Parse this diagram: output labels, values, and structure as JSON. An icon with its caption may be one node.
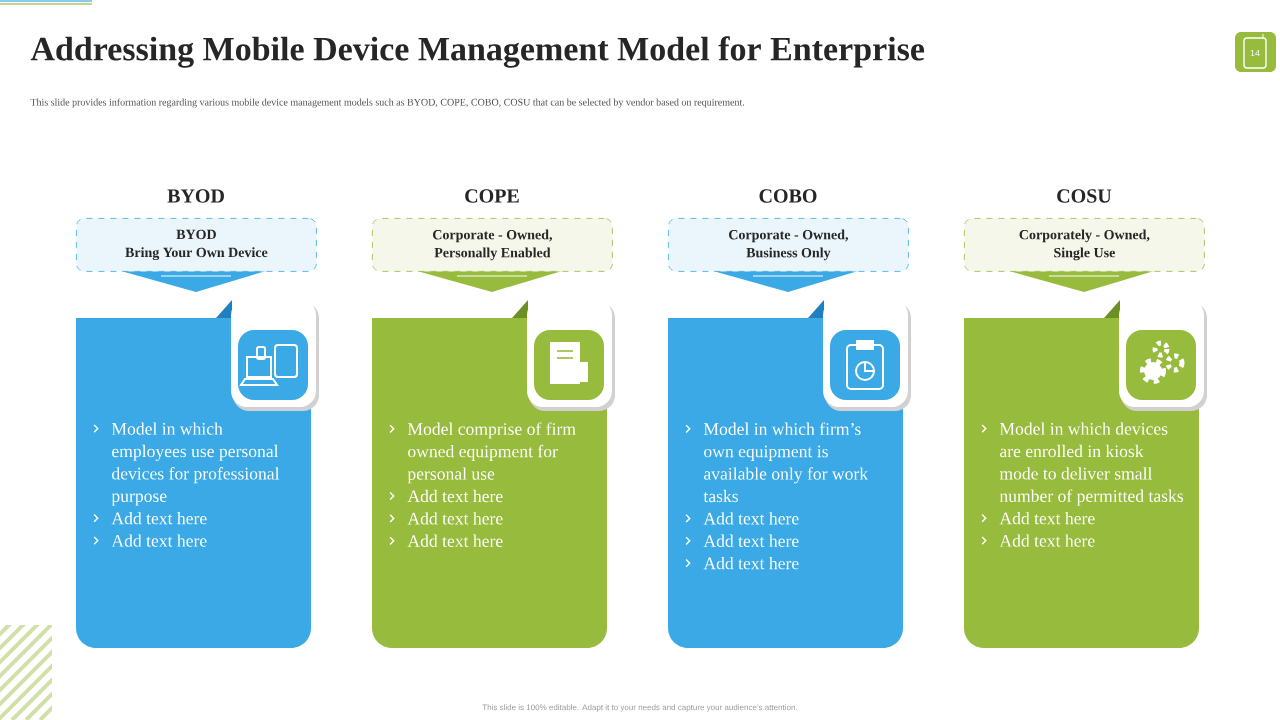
{
  "diagram": {
    "title": "Addressing Mobile Device Management Model for Enterprise",
    "nodes": [
      {
        "text": [
          "BYOD",
          "Bring Your Own Device"
        ],
        "beside": [
          "BYOD"
        ]
      },
      {
        "text": [
          "Model in which employees use personal devices for professional purpose",
          "Add text here",
          "Add text here"
        ]
      },
      {
        "text": [
          "Corporate - Owned,",
          "Personally Enabled"
        ],
        "beside": [
          "COPE"
        ]
      },
      {
        "text": [
          "Model comprise of firm owned equipment for personal use",
          "Add text here",
          "Add text here",
          "Add text here"
        ]
      },
      {
        "text": [
          "Corporate - Owned,",
          "Business Only"
        ],
        "beside": [
          "COBO"
        ]
      },
      {
        "text": [
          "Model in which firm’s own equipment is available only for work tasks",
          "Add text here",
          "Add text here",
          "Add text here"
        ]
      },
      {
        "text": [
          "Corporately - Owned,",
          "Single Use"
        ],
        "beside": [
          "COSU"
        ]
      },
      {
        "text": [
          "Model in which devices are enrolled in kiosk mode to deliver small number of permitted tasks",
          "Add text here",
          "Add text here"
        ]
      }
    ],
    "labels": [
      "This slide provides information regarding various mobile device management models such as BYOD, COPE, COBO, COSU that can be selected by vendor based on requirement.",
      "This slide is 100% editable. Adapt it to your needs and capture your audience’s attention.",
      "14"
    ]
  }
}
